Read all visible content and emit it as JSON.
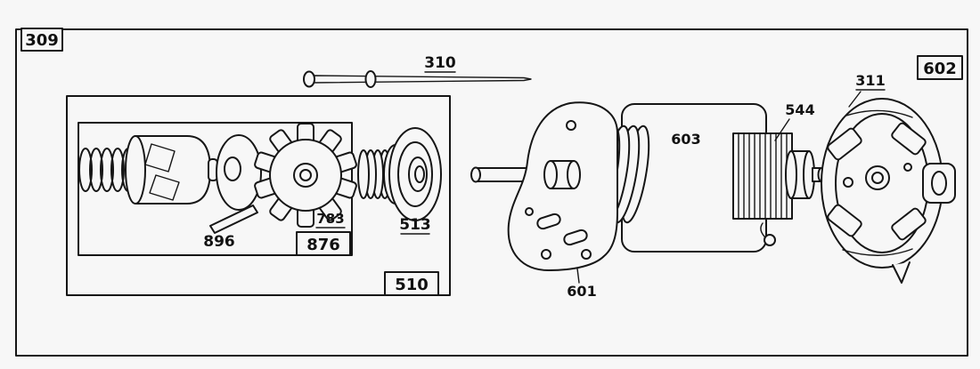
{
  "figure": {
    "type": "exploded-parts-diagram",
    "subject": "electric starter motor assembly",
    "background_color": "#f7f7f7",
    "line_color": "#161616",
    "callouts": {
      "frame": "309",
      "thru_bolt": "310",
      "end_cap": "311",
      "drive_assembly_box": "510",
      "clutch": "513",
      "armature": "544",
      "mounting_bracket": "601",
      "end_cap_box": "602",
      "motor_housing": "603",
      "washer": "783",
      "pinion_gear_box": "876",
      "roll_pin": "896"
    }
  }
}
